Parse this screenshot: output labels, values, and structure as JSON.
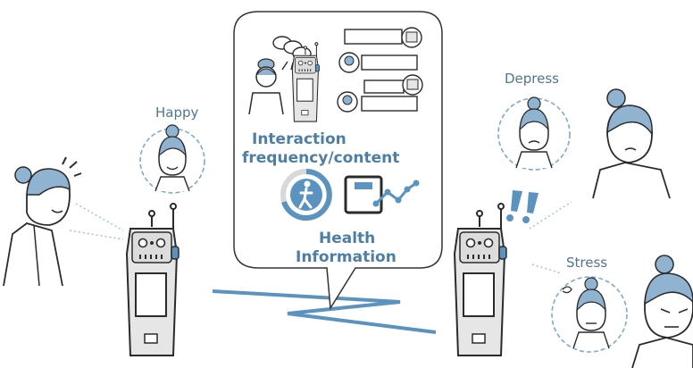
{
  "emotions": {
    "happy": "Happy",
    "depress": "Depress",
    "stress": "Stress"
  },
  "bubble": {
    "interaction_line1": "Interaction",
    "interaction_line2": "frequency/content",
    "health_line1": "Health",
    "health_line2": "Information"
  },
  "alert_mark": "!!",
  "colors": {
    "accent": "#5b93c0",
    "text_blue": "#4d7fa6",
    "hair": "#8fb3d1",
    "robot_body": "#e6e6e6",
    "robot_dark": "#cfcfcf",
    "outline": "#2b2b2b",
    "dotted_line": "#9ec3dc"
  },
  "icons": [
    "person-walking-icon",
    "bathroom-scale-icon",
    "trend-line-icon",
    "chat-bubbles-icon",
    "robot-icon"
  ]
}
